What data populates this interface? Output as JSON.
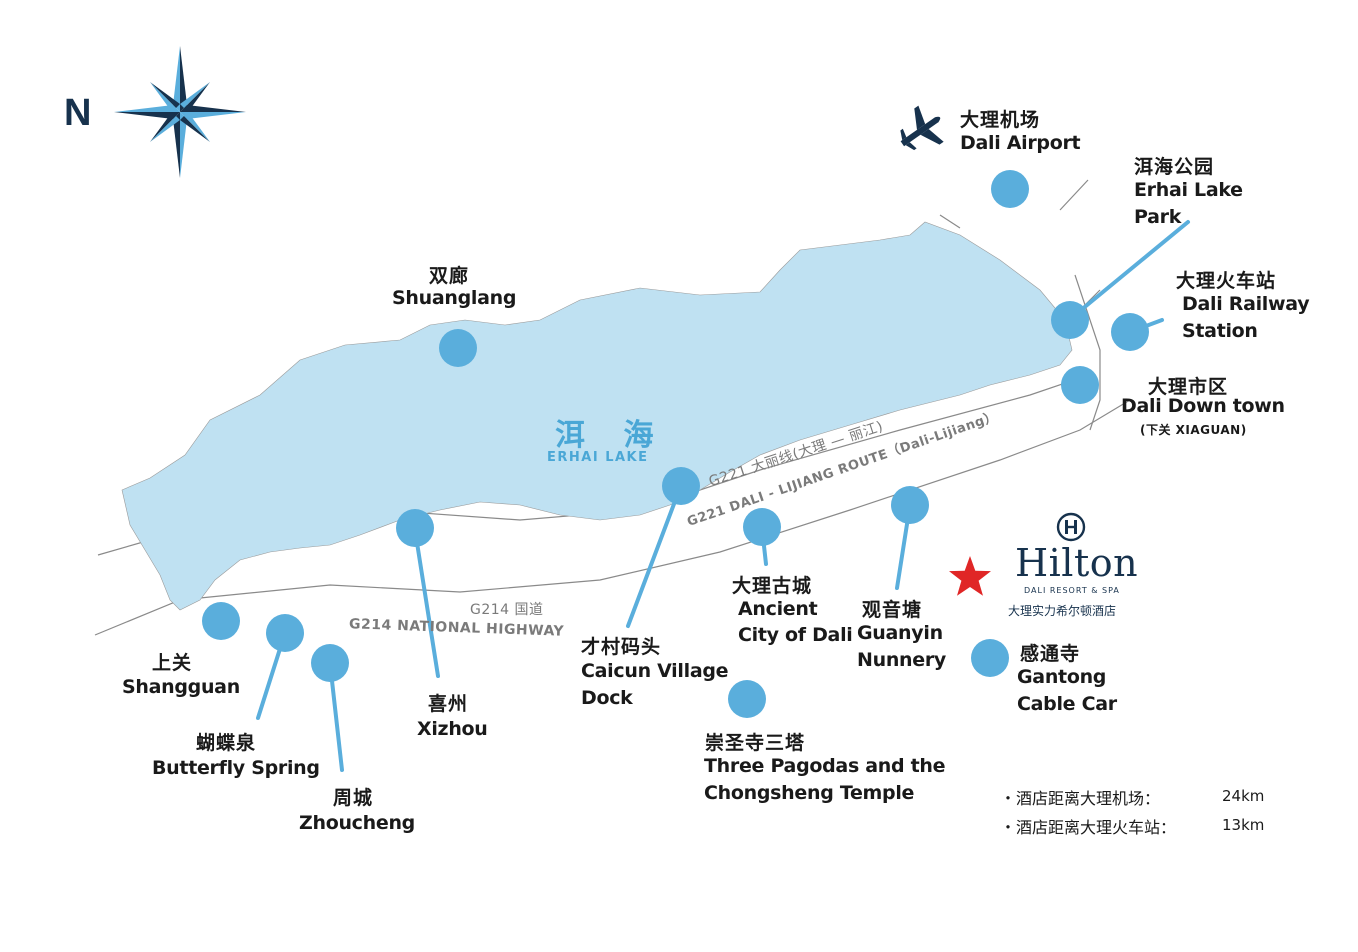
{
  "compass": {
    "label": "N",
    "icon": "compass-rose-icon"
  },
  "lake": {
    "name_zh": "洱 海",
    "name_en": "ERHAI LAKE",
    "color": "#bfe1f2"
  },
  "roads": {
    "g221_zh": "G221 大丽线(大理 — 丽江)",
    "g221_en": "G221 DALI - LIJIANG ROUTE（Dali-Lijiang）",
    "g214_zh": "G214 国道",
    "g214_en": "G214 NATIONAL HIGHWAY"
  },
  "marker_color": "#5aaedc",
  "places": {
    "airport": {
      "zh": "大理机场",
      "en": "Dali Airport",
      "icon": "airplane-icon"
    },
    "erhai_park": {
      "zh": "洱海公园",
      "en1": "Erhai Lake",
      "en2": "Park"
    },
    "railway": {
      "zh": "大理火车站",
      "en1": "Dali Railway",
      "en2": "Station"
    },
    "downtown": {
      "zh": "大理市区",
      "en": "Dali Down town",
      "note": "(下关 XIAGUAN)"
    },
    "shuanglang": {
      "zh": "双廊",
      "en": "Shuanglang"
    },
    "shangguan": {
      "zh": "上关",
      "en": "Shangguan"
    },
    "butterfly": {
      "zh": "蝴蝶泉",
      "en": "Butterfly Spring"
    },
    "zhoucheng": {
      "zh": "周城",
      "en": "Zhoucheng"
    },
    "xizhou": {
      "zh": "喜州",
      "en": "Xizhou"
    },
    "caicun": {
      "zh": "才村码头",
      "en1": "Caicun Village",
      "en2": "Dock"
    },
    "ancient": {
      "zh": "大理古城",
      "en1": "Ancient",
      "en2": "City of Dali"
    },
    "guanyin": {
      "zh": "观音塘",
      "en1": "Guanyin",
      "en2": "Nunnery"
    },
    "gantong": {
      "zh": "感通寺",
      "en1": "Gantong",
      "en2": "Cable Car"
    },
    "pagodas": {
      "zh": "崇圣寺三塔",
      "en1": "Three Pagodas and the",
      "en2": "Chongsheng Temple"
    }
  },
  "hotel": {
    "brand": "Hilton",
    "sub": "DALI RESORT & SPA",
    "zh": "大理实力希尔顿酒店",
    "logo_icon": "hilton-h-logo-icon",
    "marker_icon": "red-star-icon",
    "star_color": "#e02626"
  },
  "distances": [
    {
      "label": "・酒店距离大理机场：",
      "value": "24km"
    },
    {
      "label": "・酒店距离大理火车站：",
      "value": "13km"
    }
  ]
}
